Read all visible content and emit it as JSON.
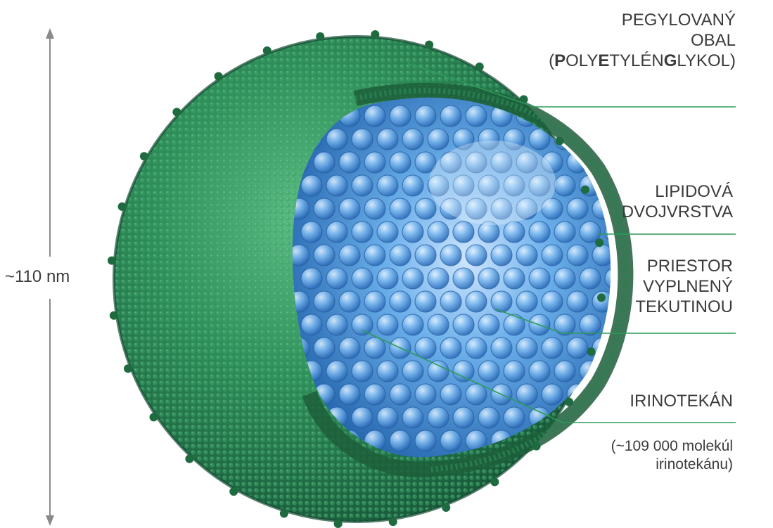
{
  "dimension": {
    "label": "~110 nm"
  },
  "labels": {
    "peg": {
      "line1": "PEGYLOVANÝ",
      "line2": "OBAL",
      "line3_parts": [
        "(",
        "P",
        "OLY",
        "E",
        "TYLÉN",
        "G",
        "LYKOL)"
      ]
    },
    "bilayer": {
      "line1": "LIPIDOVÁ",
      "line2": "DVOJVRSTVA"
    },
    "space": {
      "line1": "PRIESTOR",
      "line2": "VYPLNENÝ",
      "line3": "TEKUTINOU"
    },
    "drug": {
      "line1": "IRINOTEKÁN"
    },
    "drug_note": {
      "line1": "(~109 000 molekúl",
      "line2": "irinotekánu)"
    }
  },
  "colors": {
    "shell_green": "#2e8a57",
    "shell_dark": "#1c5e3a",
    "interior_blue": "#3f8fd6",
    "leader_line": "#2f9a5a"
  }
}
